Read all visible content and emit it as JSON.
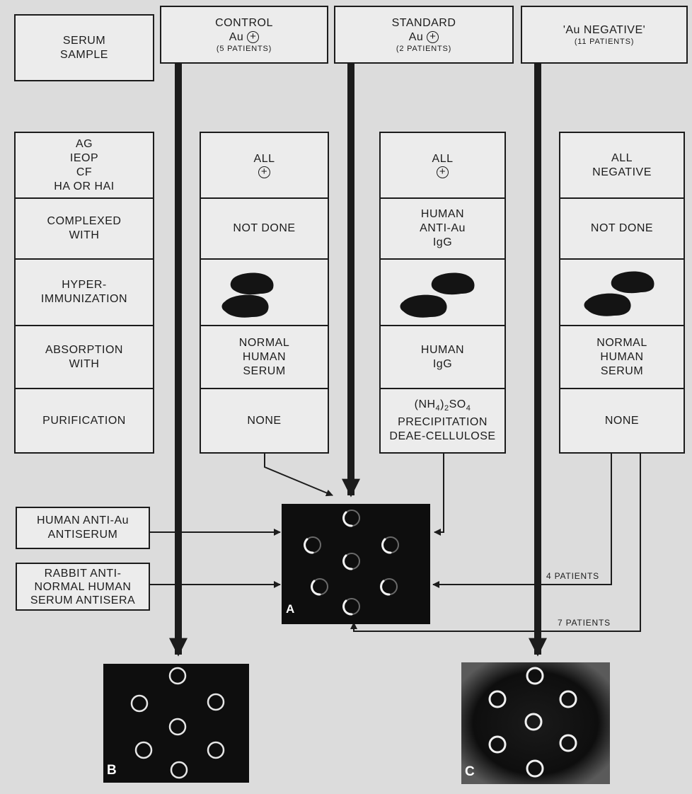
{
  "header": {
    "serum_line1": "SERUM",
    "serum_line2": "SAMPLE",
    "control": {
      "title": "CONTROL",
      "au": "Au",
      "patients": "(5 PATIENTS)"
    },
    "standard": {
      "title": "STANDARD",
      "au": "Au",
      "patients": "(2 PATIENTS)"
    },
    "negative": {
      "title": "'Au NEGATIVE'",
      "patients": "(11 PATIENTS)"
    }
  },
  "rows": {
    "tests": [
      "AG",
      "IEOP",
      "CF",
      "HA OR HAI"
    ],
    "complexed": [
      "COMPLEXED",
      "WITH"
    ],
    "hyper": [
      "HYPER-",
      "IMMUNIZATION"
    ],
    "absorption": [
      "ABSORPTION",
      "WITH"
    ],
    "purification": "PURIFICATION"
  },
  "control_col": {
    "tests": "ALL",
    "complexed": "NOT DONE",
    "absorption": [
      "NORMAL",
      "HUMAN",
      "SERUM"
    ],
    "purification": "NONE"
  },
  "standard_col": {
    "tests": "ALL",
    "complexed": [
      "HUMAN",
      "ANTI-Au",
      "IgG"
    ],
    "absorption": [
      "HUMAN",
      "IgG"
    ],
    "purification": [
      "(NH",
      "4",
      ")",
      "2",
      "SO",
      "4",
      "PRECIPITATION",
      "DEAE-CELLULOSE"
    ]
  },
  "negative_col": {
    "tests": [
      "ALL",
      "NEGATIVE"
    ],
    "complexed": "NOT DONE",
    "absorption": [
      "NORMAL",
      "HUMAN",
      "SERUM"
    ],
    "purification": "NONE"
  },
  "reagents": {
    "human_antiau": [
      "HUMAN  ANTI-Au",
      "ANTISERUM"
    ],
    "rabbit": [
      "RABBIT  ANTI-",
      "NORMAL  HUMAN",
      "SERUM  ANTISERA"
    ]
  },
  "arrows": {
    "four_patients": "4 PATIENTS",
    "seven_patients": "7 PATIENTS"
  },
  "plates": {
    "a": "A",
    "b": "B",
    "c": "C"
  },
  "icons": {
    "plus": "circled-plus-icon",
    "rabbit": "rabbit-silhouette-icon"
  },
  "colors": {
    "ink": "#1c1c1c",
    "paper": "#dcdcdc",
    "plate": "#0e0e0e"
  }
}
